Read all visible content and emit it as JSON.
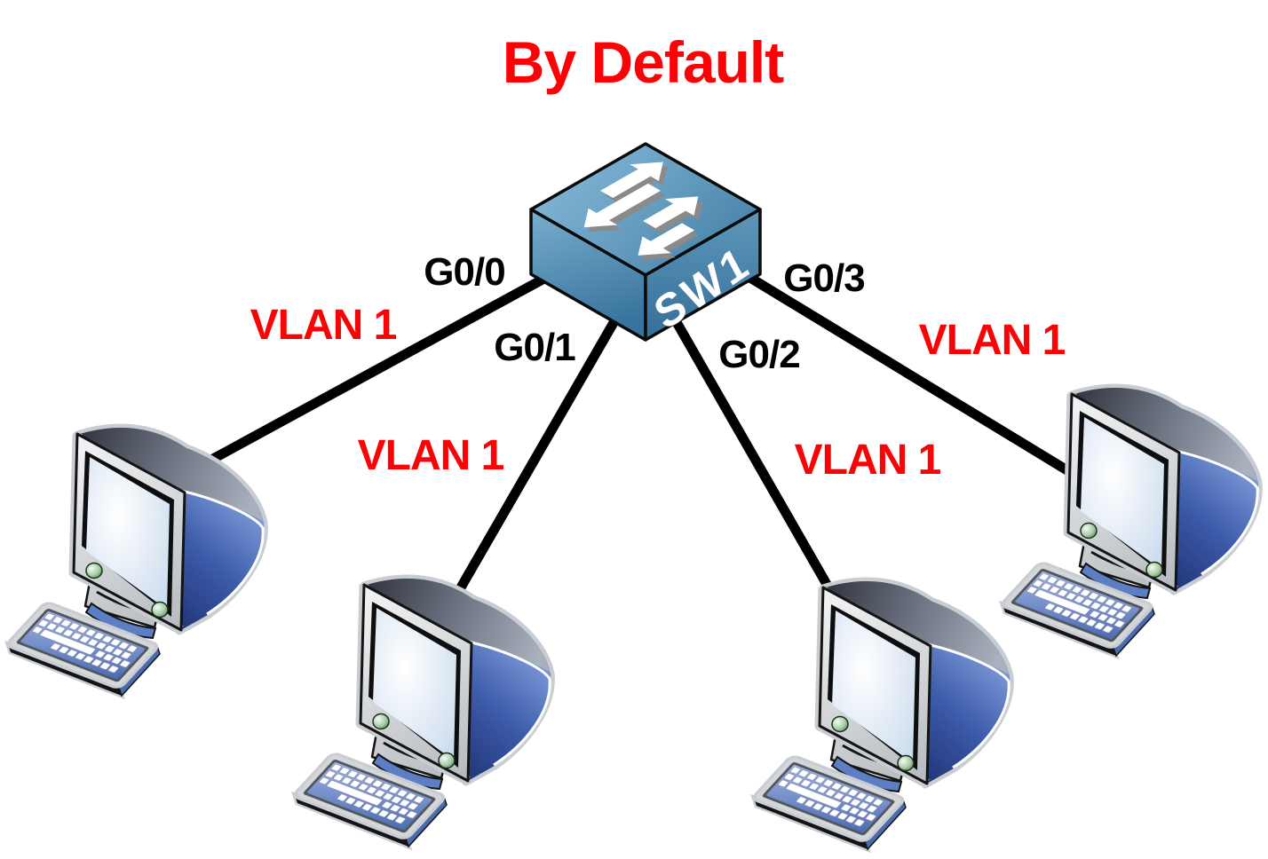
{
  "title": "By Default",
  "switch": {
    "label": "SW1"
  },
  "links": [
    {
      "port": "G0/0",
      "vlan": "VLAN 1"
    },
    {
      "port": "G0/1",
      "vlan": "VLAN 1"
    },
    {
      "port": "G0/2",
      "vlan": "VLAN 1"
    },
    {
      "port": "G0/3",
      "vlan": "VLAN 1"
    }
  ],
  "icons": {
    "switch": "ethernet-switch-icon",
    "switch_arrows": "switching-arrows-icon",
    "pc": "desktop-computer-icon"
  },
  "colors": {
    "accent_red": "#fb0207",
    "link_black": "#000000",
    "switch_top_blue": "#6ca3c5",
    "switch_side_blue": "#38749e",
    "crt_blue": "#3d5caa",
    "keyboard_blue": "#5f7cc0"
  }
}
